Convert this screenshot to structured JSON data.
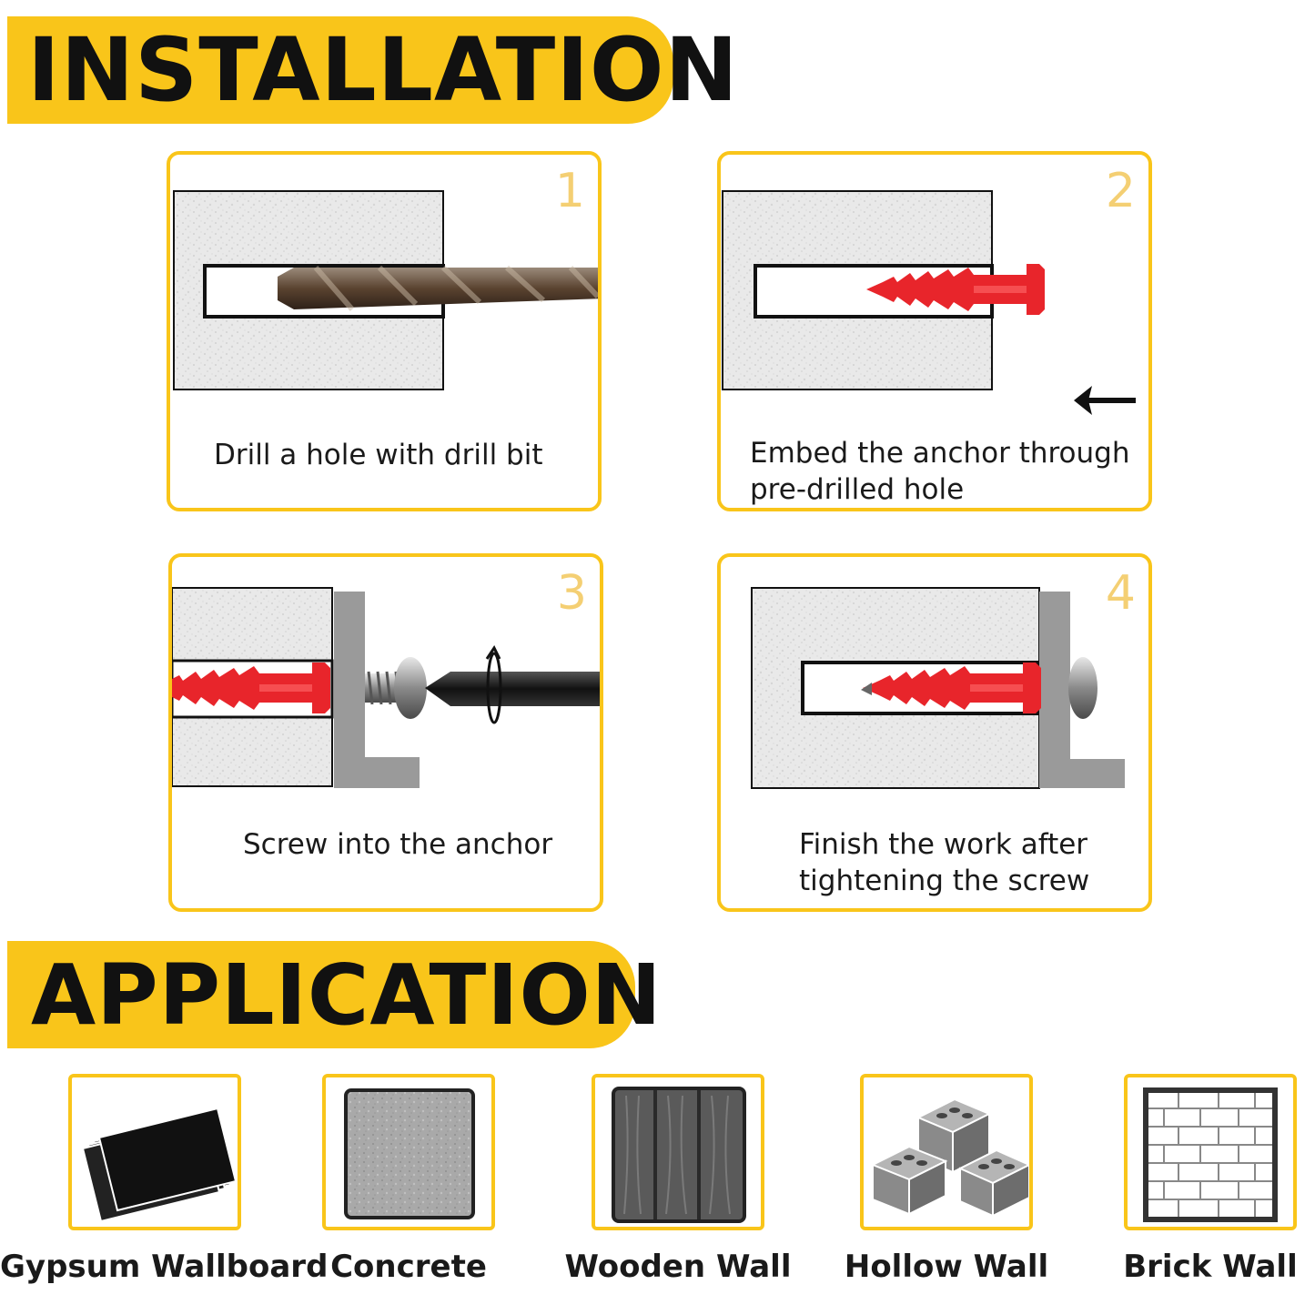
{
  "installation": {
    "title": "INSTALLATION",
    "steps": [
      {
        "number": "1",
        "caption_lines": [
          "Drill a hole with drill bit"
        ]
      },
      {
        "number": "2",
        "caption_lines": [
          "Embed the anchor through",
          "pre-drilled hole"
        ]
      },
      {
        "number": "3",
        "caption_lines": [
          "Screw into the anchor"
        ]
      },
      {
        "number": "4",
        "caption_lines": [
          "Finish the work after",
          "tightening the screw"
        ]
      }
    ]
  },
  "application": {
    "title": "APPLICATION",
    "items": [
      {
        "label": "Gypsum Wallboard",
        "icon": "gypsum-wallboard-icon"
      },
      {
        "label": "Concrete",
        "icon": "concrete-icon"
      },
      {
        "label": "Wooden Wall",
        "icon": "wooden-wall-icon"
      },
      {
        "label": "Hollow Wall",
        "icon": "hollow-wall-icon"
      },
      {
        "label": "Brick Wall",
        "icon": "brick-wall-icon"
      }
    ]
  },
  "colors": {
    "accent": "#f9c51a",
    "number": "#f4cf73",
    "anchor": "#e8252b",
    "wall": "#e6e6e6"
  }
}
